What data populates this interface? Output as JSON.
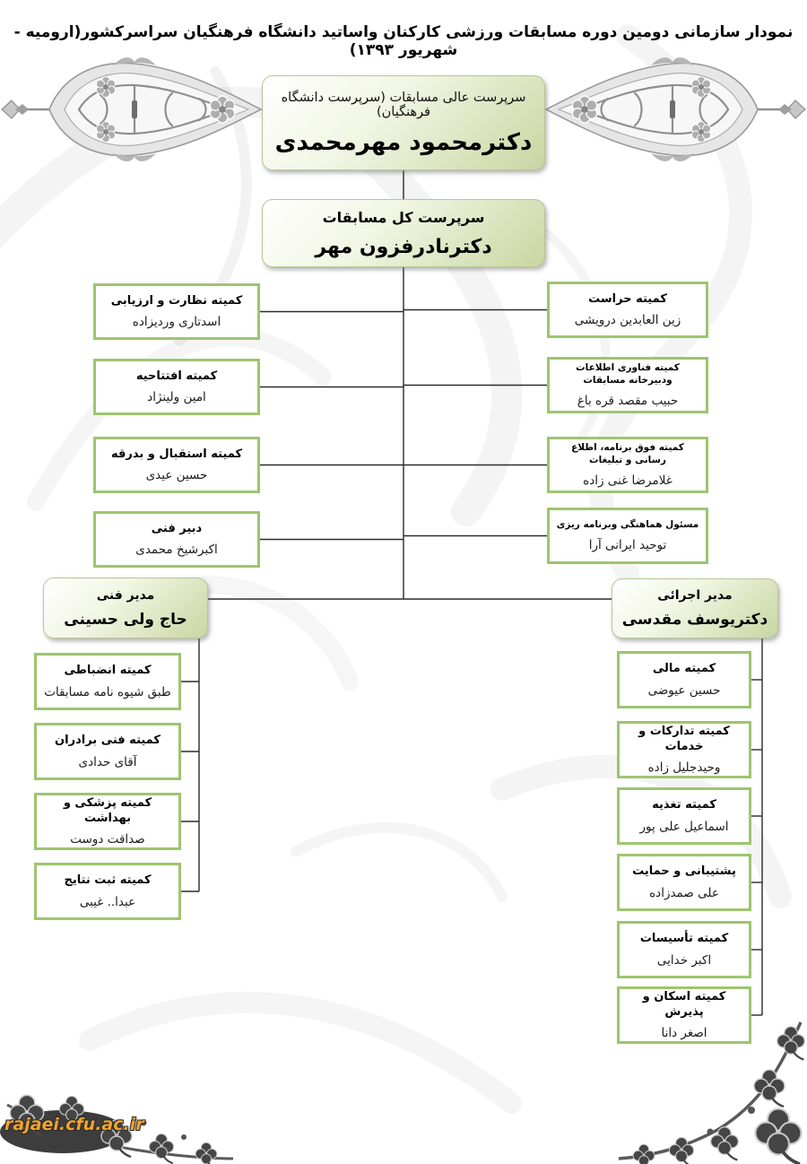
{
  "page": {
    "title": "نمودار سازمانی دومین دوره مسابقات ورزشی کارکنان واساتید دانشگاه فرهنگیان سراسرکشور(ارومیه - شهریور ۱۳۹۳)"
  },
  "chart": {
    "supreme": {
      "role": "سرپرست عالی مسابقات (سرپرست دانشگاه فرهنگیان)",
      "name": "دکترمحمود مهرمحمدی"
    },
    "general": {
      "role": "سرپرست کل مسابقات",
      "name": "دکترنادرفزون مهر"
    },
    "left_branch": [
      {
        "title": "کمیته نظارت و ارزیابی",
        "name": "اسدتاری وردیزاده"
      },
      {
        "title": "کمیته افتتاحیه",
        "name": "امین ولینژاد"
      },
      {
        "title": "کمیته استقبال و بدرقه",
        "name": "حسین عیدی"
      },
      {
        "title": "دبیر فنی",
        "name": "اکبرشیخ محمدی"
      }
    ],
    "right_branch": [
      {
        "title": "کمیته حراست",
        "name": "زین العابدین درویشی"
      },
      {
        "title": "کمیته فناوری اطلاعات ودبیرخانه مسابقات",
        "name": "حبیب مقصد قره باغ"
      },
      {
        "title": "کمیته فوق برنامه، اطلاع رسانی و تبلیغات",
        "name": "غلامرضا غنی زاده"
      },
      {
        "title": "مسئول هماهنگی وبرنامه ریزی",
        "name": "توحید ایرانی آرا"
      }
    ],
    "technical_manager": {
      "role": "مدیر فنی",
      "name": "حاج ولی حسینی"
    },
    "executive_manager": {
      "role": "مدیر اجرائی",
      "name": "دکتریوسف مقدسی"
    },
    "technical_committees": [
      {
        "title": "کمیته انضباطی",
        "name": "طبق شیوه نامه مسابقات"
      },
      {
        "title": "کمیته فنی برادران",
        "name": "آقای حدادی"
      },
      {
        "title": "کمیته پزشکی و بهداشت",
        "name": "صداقت دوست"
      },
      {
        "title": "کمیته ثبت نتایج",
        "name": "عبدا.. غیبی"
      }
    ],
    "executive_committees": [
      {
        "title": "کمیته مالی",
        "name": "حسین عیوضی"
      },
      {
        "title": "کمیته تدارکات و خدمات",
        "name": "وحیدجلیل زاده"
      },
      {
        "title": "کمیته تغذیه",
        "name": "اسماعیل علی پور"
      },
      {
        "title": "پشتیبانی و حمایت",
        "name": "علی صمدزاده"
      },
      {
        "title": "کمیته تأسیسات",
        "name": "اکبر خدایی"
      },
      {
        "title": "کمیته اسکان و پذیرش",
        "name": "اصغر دانا"
      }
    ]
  },
  "footer": {
    "watermark": "rajaei.cfu.ac.ir"
  },
  "colors": {
    "box_border": "#9dc56f",
    "gradient_end": "#c9d6a2",
    "connector": "#2b2b2b",
    "watermark_text": "#f0a32e"
  }
}
